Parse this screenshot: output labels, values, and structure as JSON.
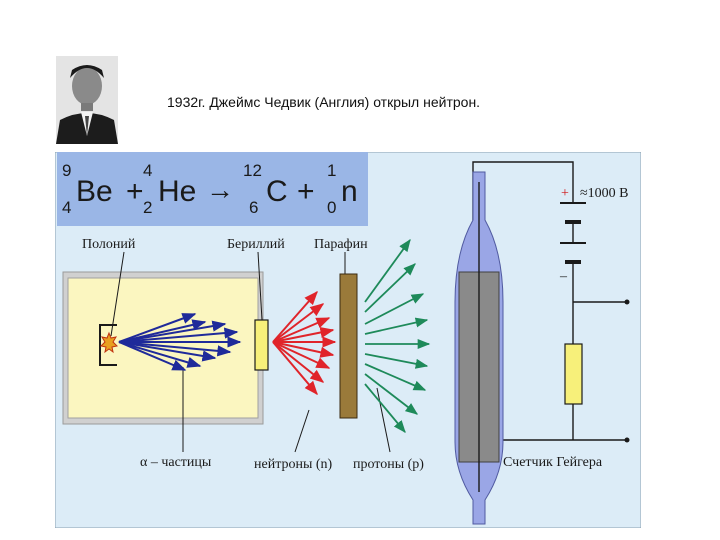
{
  "caption": "1932г. Джеймс Чедвик (Англия) открыл нейтрон.",
  "equation": {
    "be_mass": "9",
    "be_charge": "4",
    "be_symbol": "Be",
    "plus1": "+",
    "he_mass": "4",
    "he_charge": "2",
    "he_symbol": "He",
    "arrow": "→",
    "c_mass": "12",
    "c_charge": "6",
    "c_symbol": "C",
    "plus2": "+",
    "n_mass": "1",
    "n_charge": "0",
    "n_symbol": "n"
  },
  "labels": {
    "polonium": "Полоний",
    "beryllium": "Бериллий",
    "paraffin": "Парафин",
    "alpha": "α – частицы",
    "neutrons": "нейтроны (n)",
    "protons": "протоны (p)",
    "geiger": "Счетчик Гейгера",
    "voltage": "≈1000 В",
    "plus_sign": "+",
    "minus_sign": "–"
  },
  "colors": {
    "panel_bg": "#dcecf7",
    "equation_bg": "#9ab6e6",
    "chamber_bg": "#fbf6c0",
    "chamber_frame": "#c8c8c8",
    "alpha_arrows": "#1f2a9a",
    "neutron_arrows": "#e0242a",
    "proton_arrows": "#1e8a5a",
    "beryllium_block": "#f7f07a",
    "paraffin_block": "#9a7a3a",
    "resistor": "#f7f07a",
    "tube": "#9aa6e6",
    "plus_color": "#d01010"
  }
}
